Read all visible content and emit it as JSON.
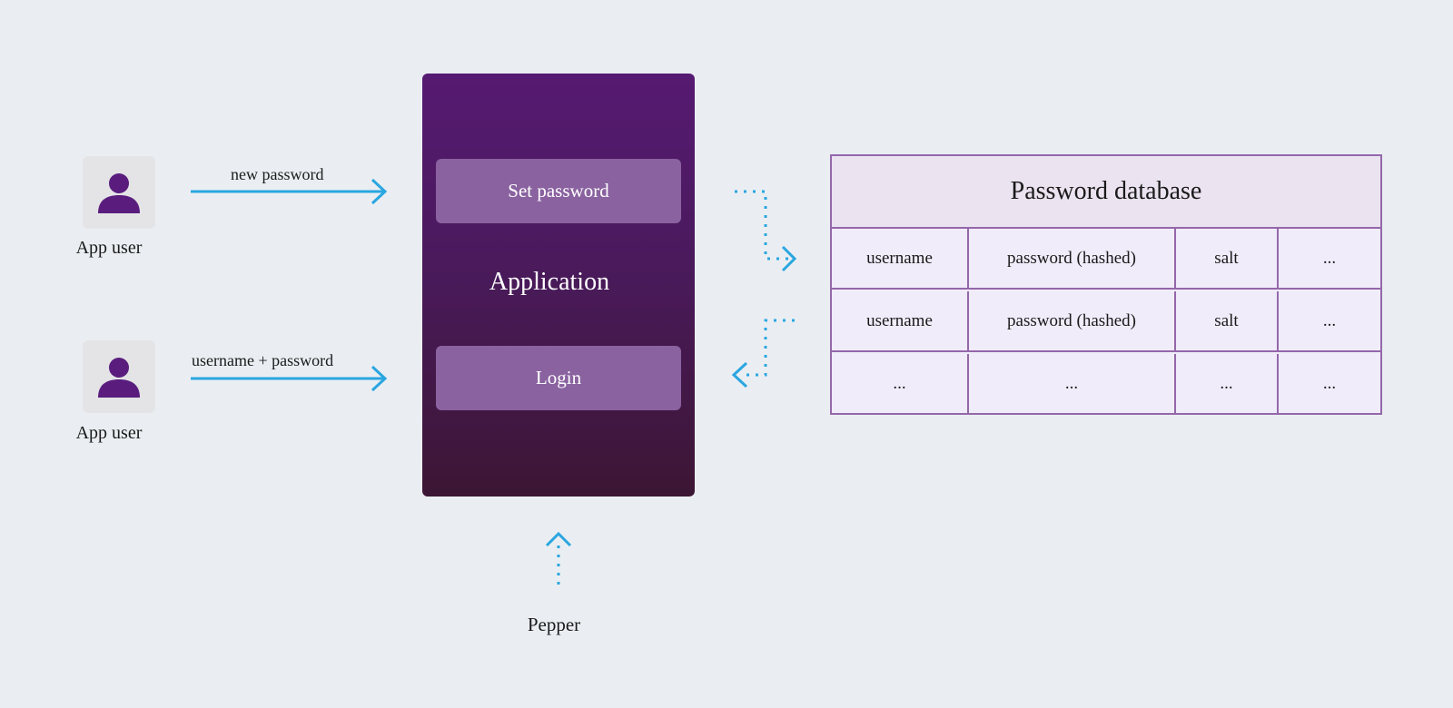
{
  "users": [
    {
      "label": "App user",
      "arrow_label": "new password",
      "icon": "user-icon"
    },
    {
      "label": "App user",
      "arrow_label": "username + password",
      "icon": "user-icon"
    }
  ],
  "application": {
    "title": "Application",
    "set_password_label": "Set password",
    "login_label": "Login"
  },
  "database": {
    "title": "Password database",
    "rows": [
      [
        "username",
        "password (hashed)",
        "salt",
        "..."
      ],
      [
        "username",
        "password (hashed)",
        "salt",
        "..."
      ],
      [
        "...",
        "...",
        "...",
        "..."
      ]
    ]
  },
  "pepper_label": "Pepper",
  "colors": {
    "background": "#eaeef2",
    "app_purple": "#561a72",
    "button_purple": "#8a62a0",
    "arrow_blue": "#2aa6e0",
    "table_border": "#9467aa",
    "user_icon": "#5a1d7e"
  }
}
